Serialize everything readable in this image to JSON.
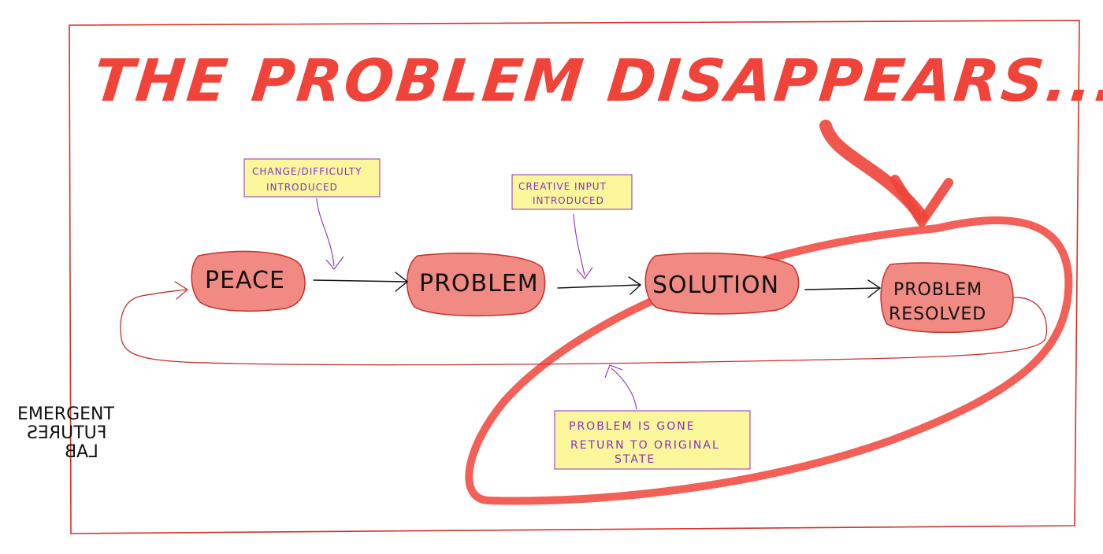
{
  "title": "THE PROBLEM DISAPPEARS...",
  "nodes": {
    "peace": "PEACE",
    "problem": "PROBLEM",
    "solution": "SOLUTION",
    "resolved_line1": "PROBLEM",
    "resolved_line2": "RESOLVED"
  },
  "notes": {
    "change_line1": "CHANGE/DIFFICULTY",
    "change_line2": "INTRODUCED",
    "creative_line1": "CREATIVE INPUT",
    "creative_line2": "INTRODUCED",
    "gone_line1": "PROBLEM IS GONE",
    "gone_line2": "RETURN TO ORIGINAL",
    "gone_line3": "STATE"
  },
  "logo": {
    "line1": "EMERGENT",
    "line2": "FUTURES",
    "line3": "LAB"
  },
  "colors": {
    "title_red": "#f0443a",
    "frame_red": "#d9302a",
    "node_fill": "#f08a82",
    "node_stroke": "#c9302a",
    "note_fill": "#fbf79a",
    "note_stroke": "#8a2fc7",
    "note_text": "#8a2fc7",
    "ink": "#111111",
    "highlight": "#f0443a"
  }
}
